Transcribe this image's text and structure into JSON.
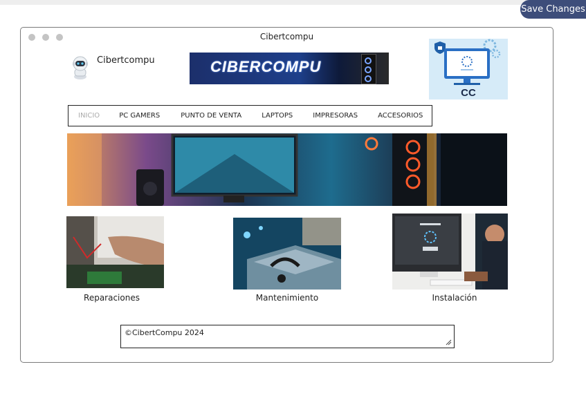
{
  "toolbar": {
    "save_label": "Save Changes"
  },
  "window": {
    "title": "Cibertcompu"
  },
  "brand": {
    "name": "Cibertcompu"
  },
  "banner": {
    "text": "CIBERCOMPU"
  },
  "logo": {
    "text": "CC"
  },
  "nav": {
    "items": [
      {
        "label": "INICIO",
        "active": true
      },
      {
        "label": "PC GAMERS"
      },
      {
        "label": "PUNTO DE VENTA"
      },
      {
        "label": "LAPTOPS"
      },
      {
        "label": "IMPRESORAS"
      },
      {
        "label": "ACCESORIOS"
      }
    ]
  },
  "services": [
    {
      "label": "Reparaciones"
    },
    {
      "label": "Mantenimiento"
    },
    {
      "label": "Instalación"
    }
  ],
  "footer": {
    "text": "©CibertCompu 2024"
  },
  "colors": {
    "save_button": "#3d4d7a",
    "banner": "#1e3f8a",
    "nav_active": "#aaaaaa"
  },
  "icons": [
    "robot-icon",
    "shield-icon",
    "gear-icon",
    "monitor-icon",
    "resize-handle-icon"
  ]
}
